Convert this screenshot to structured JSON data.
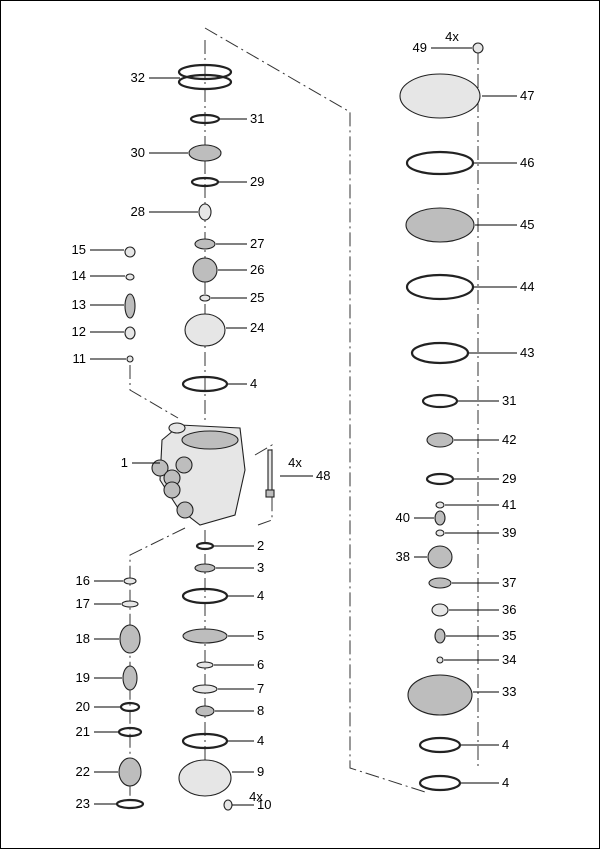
{
  "diagram": {
    "title": "Exploded parts view",
    "qty_label": "4x",
    "callouts": [
      "32",
      "31",
      "30",
      "29",
      "28",
      "27",
      "26",
      "25",
      "24",
      "4",
      "1",
      "48",
      "2",
      "3",
      "4",
      "5",
      "6",
      "7",
      "8",
      "4",
      "9",
      "10",
      "15",
      "14",
      "13",
      "12",
      "11",
      "16",
      "17",
      "18",
      "19",
      "20",
      "21",
      "22",
      "23",
      "49",
      "47",
      "46",
      "45",
      "44",
      "43",
      "31",
      "42",
      "29",
      "41",
      "40",
      "39",
      "38",
      "37",
      "36",
      "35",
      "34",
      "33",
      "4",
      "4"
    ]
  }
}
